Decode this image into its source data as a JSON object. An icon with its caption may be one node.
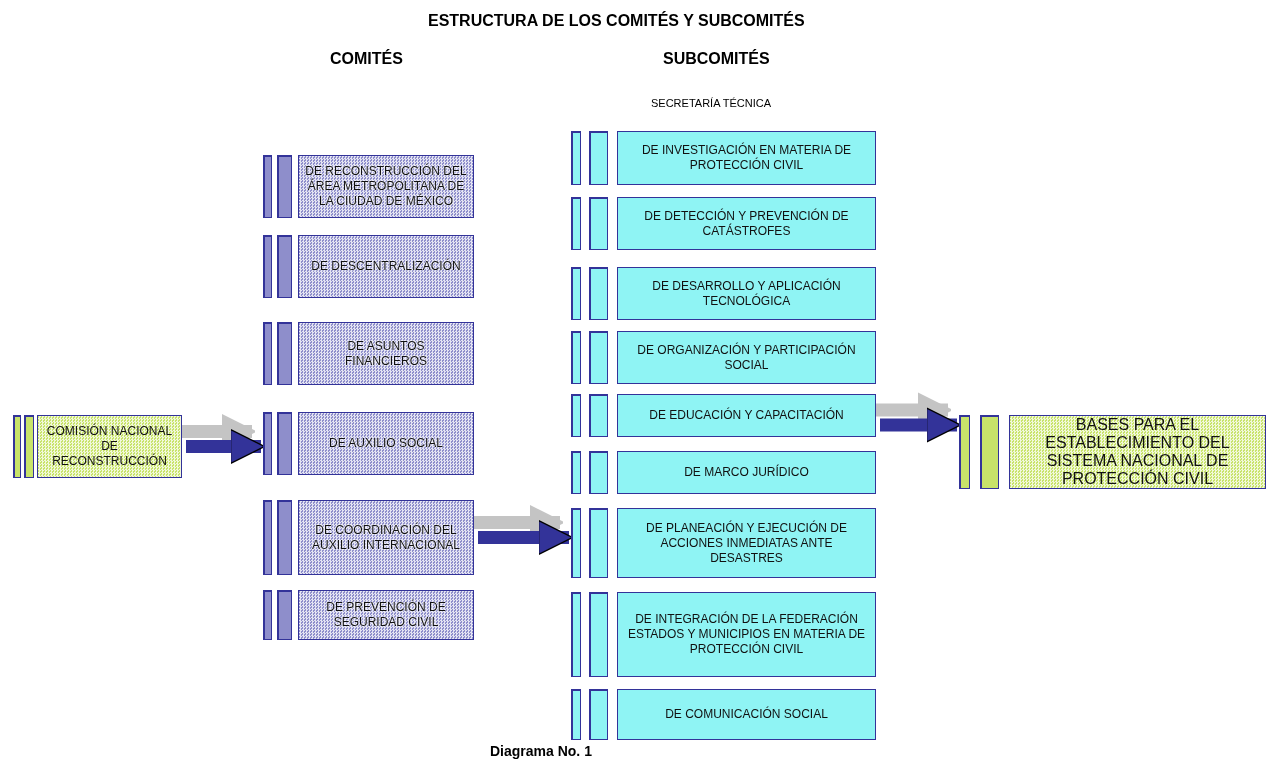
{
  "diagram": {
    "title": "ESTRUCTURA DE LOS COMITÉS Y SUBCOMITÉS",
    "caption": "Diagrama No. 1",
    "nodes": [
      {
        "text": [
          "COMISIÓN NACIONAL DE RECONSTRUCCIÓN"
        ]
      },
      {
        "text": [
          "DE RECONSTRUCCIÓN DEL ÁREA METROPOLITANA DE LA CIUDAD DE MÉXICO"
        ]
      },
      {
        "text": [
          "DE DESCENTRALIZACIÓN"
        ]
      },
      {
        "text": [
          "DE ASUNTOS FINANCIEROS"
        ]
      },
      {
        "text": [
          "DE AUXILIO SOCIAL"
        ]
      },
      {
        "text": [
          "DE COORDINACIÓN DEL AUXILIO INTERNACIONAL"
        ]
      },
      {
        "text": [
          "DE PREVENCIÓN DE SEGURIDAD CIVIL"
        ]
      },
      {
        "text": [
          "DE INVESTIGACIÓN EN MATERIA DE PROTECCIÓN CIVIL"
        ]
      },
      {
        "text": [
          "DE DETECCIÓN Y PREVENCIÓN DE CATÁSTROFES"
        ]
      },
      {
        "text": [
          "DE DESARROLLO Y APLICACIÓN TECNOLÓGICA"
        ]
      },
      {
        "text": [
          "DE ORGANIZACIÓN Y PARTICIPACIÓN SOCIAL"
        ]
      },
      {
        "text": [
          "DE EDUCACIÓN Y CAPACITACIÓN"
        ]
      },
      {
        "text": [
          "DE MARCO JURÍDICO"
        ]
      },
      {
        "text": [
          "DE PLANEACIÓN Y EJECUCIÓN DE ACCIONES INMEDIATAS ANTE DESASTRES"
        ]
      },
      {
        "text": [
          "DE INTEGRACIÓN DE LA FEDERACIÓN ESTADOS Y MUNICIPIOS EN MATERIA DE PROTECCIÓN CIVIL"
        ]
      },
      {
        "text": [
          "DE COMUNICACIÓN SOCIAL"
        ]
      },
      {
        "text": [
          "BASES PARA EL ESTABLECIMIENTO DEL SISTEMA NACIONAL DE PROTECCIÓN CIVIL"
        ]
      }
    ],
    "edges": [
      {
        "from": 0,
        "to": 4,
        "arrow": "to"
      },
      {
        "from": 5,
        "to": 13,
        "arrow": "to"
      },
      {
        "from": 11,
        "to": 16,
        "arrow": "to"
      }
    ],
    "labels": [
      "COMITÉS",
      "SUBCOMITÉS",
      "SECRETARÍA TÉCNICA"
    ]
  }
}
